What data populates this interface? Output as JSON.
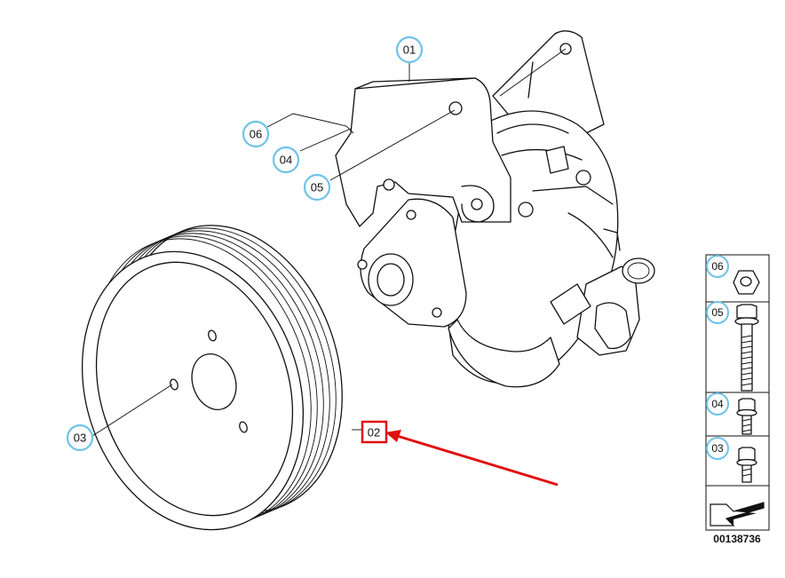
{
  "callouts": {
    "c01": "01",
    "c02": "02",
    "c03": "03",
    "c04": "04",
    "c05": "05",
    "c06": "06"
  },
  "legend": {
    "items": [
      "06",
      "05",
      "04",
      "03"
    ]
  },
  "part_number": "00138736",
  "colors": {
    "callout_ring": "#6fc3e8",
    "highlight": "#e01010",
    "line": "#111111"
  }
}
